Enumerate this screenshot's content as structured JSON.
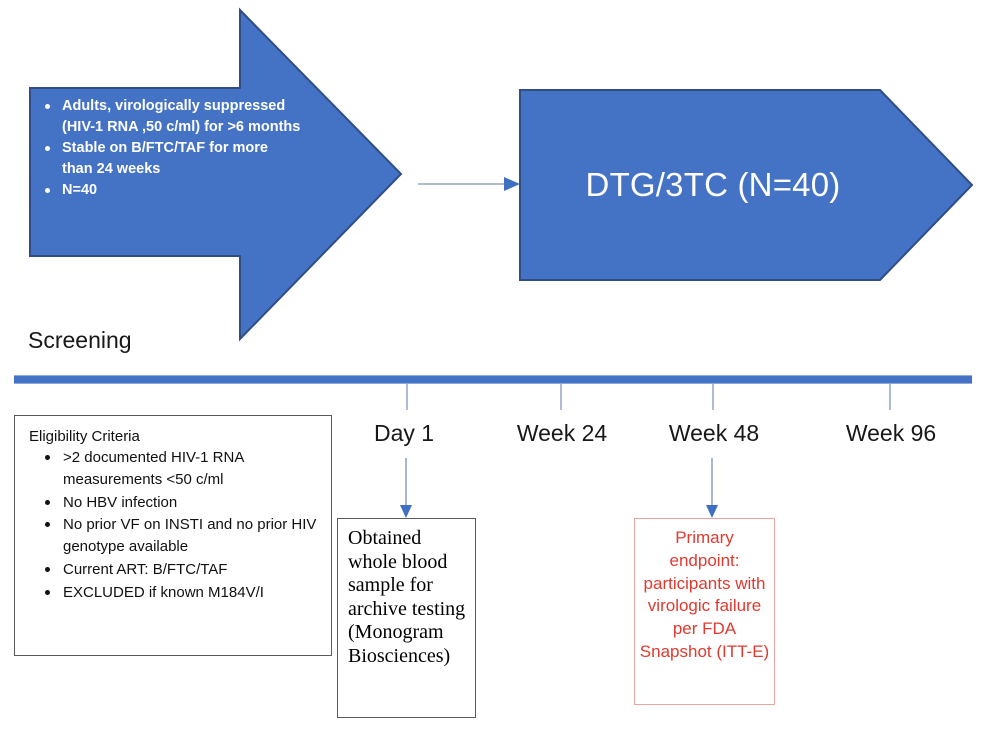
{
  "diagram": {
    "title": "Clinical trial study design schematic",
    "colors": {
      "arrow_blue": "#4472C4",
      "timeline_blue": "#4472C4",
      "tick_gray": "#AEBBD2",
      "endpoint_red": "#E03A2F",
      "box_border_gray": "#5A5A5A",
      "endpoint_border": "#E8A5A0"
    }
  },
  "screening": {
    "caption": "Screening",
    "bullets": [
      "Adults, virologically suppressed (HIV-1 RNA ,50 c/ml) for >6 months",
      "Stable on B/FTC/TAF for more than 24 weeks",
      "N=40"
    ]
  },
  "treatment_arm": {
    "label": "DTG/3TC (N=40)"
  },
  "eligibility": {
    "title": "Eligibility Criteria",
    "criteria": [
      ">2 documented HIV-1 RNA measurements <50 c/ml",
      "No HBV infection",
      "No prior VF on INSTI and no prior HIV genotype available",
      "Current ART: B/FTC/TAF",
      "EXCLUDED if known M184V/I"
    ]
  },
  "timeline": {
    "labels": [
      "Day 1",
      "Week 24",
      "Week 48",
      "Week 96"
    ]
  },
  "archive_sample": {
    "text": "Obtained whole blood sample for archive testing (Monogram Biosciences)"
  },
  "primary_endpoint": {
    "text": "Primary endpoint: participants with virologic failure per FDA Snapshot (ITT-E)"
  }
}
